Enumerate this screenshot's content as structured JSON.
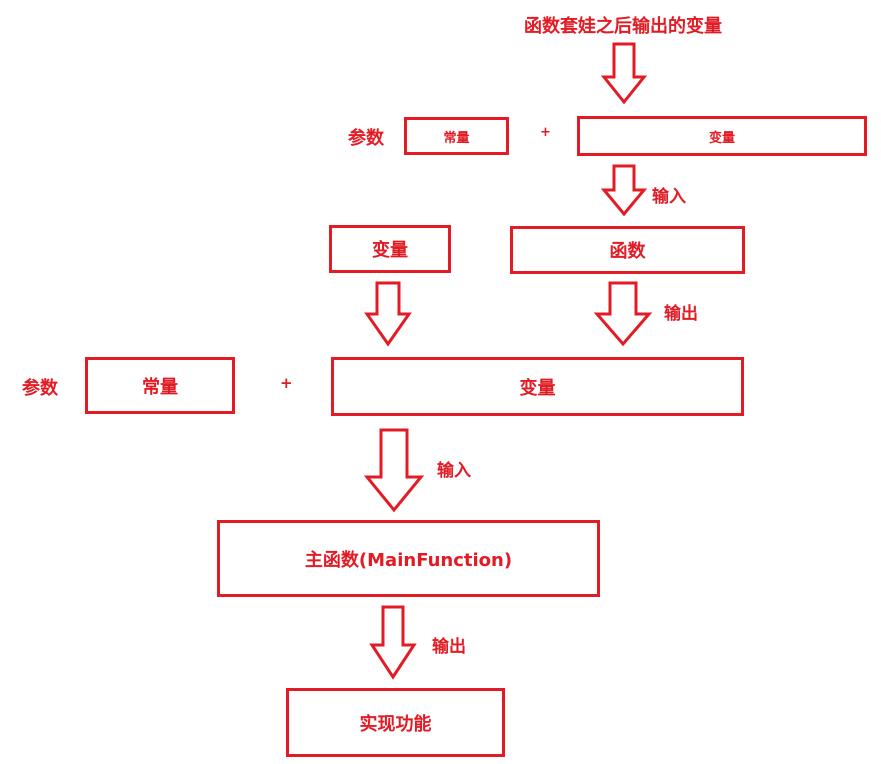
{
  "title": "函数套娃之后输出的变量",
  "top_row": {
    "param_label": "参数",
    "constant": "常量",
    "plus": "+",
    "variable": "变量",
    "input_label": "输入"
  },
  "middle_row": {
    "variable": "变量",
    "function": "函数",
    "output_label": "输出"
  },
  "second_row": {
    "param_label": "参数",
    "constant": "常量",
    "plus": "+",
    "variable": "变量",
    "input_label": "输入"
  },
  "main_function": "主函数(MainFunction)",
  "output_label": "输出",
  "result": "实现功能",
  "colors": {
    "accent": "#e21b24",
    "background": "#ffffff"
  }
}
